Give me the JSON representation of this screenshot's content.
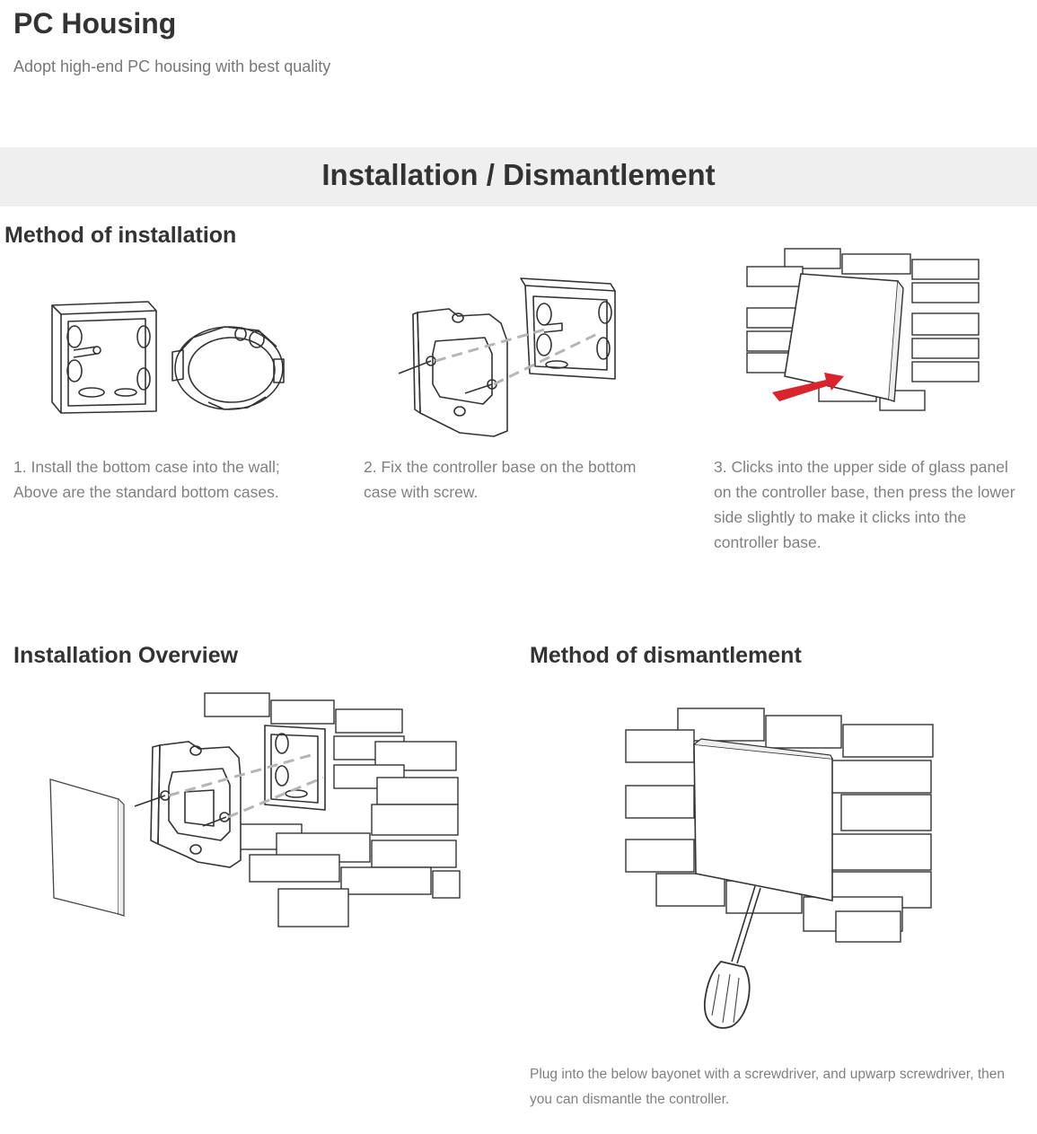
{
  "header": {
    "title": "PC Housing",
    "subtitle": "Adopt high-end PC housing with best quality"
  },
  "banner": {
    "title": "Installation / Dismantlement"
  },
  "installation": {
    "heading": "Method of installation",
    "steps": [
      {
        "text": "1. Install the bottom case into the wall; Above are the standard bottom cases."
      },
      {
        "text": "2. Fix the controller base on the bottom case with screw."
      },
      {
        "text": "3. Clicks into the upper side of glass panel on the controller base, then press the lower side slightly to make it clicks into the controller base."
      }
    ]
  },
  "overview": {
    "heading": "Installation Overview"
  },
  "dismantlement": {
    "heading": "Method of dismantlement",
    "note": "Plug into the below bayonet with a screwdriver, and upwarp screwdriver, then you can dismantle the controller."
  },
  "colors": {
    "accent_arrow": "#d9232d",
    "band_bg": "#efefef"
  },
  "icons": [
    "bottom-box-illustration",
    "controller-base-illustration",
    "panel-click-illustration",
    "installation-overview-illustration",
    "screwdriver-illustration"
  ]
}
